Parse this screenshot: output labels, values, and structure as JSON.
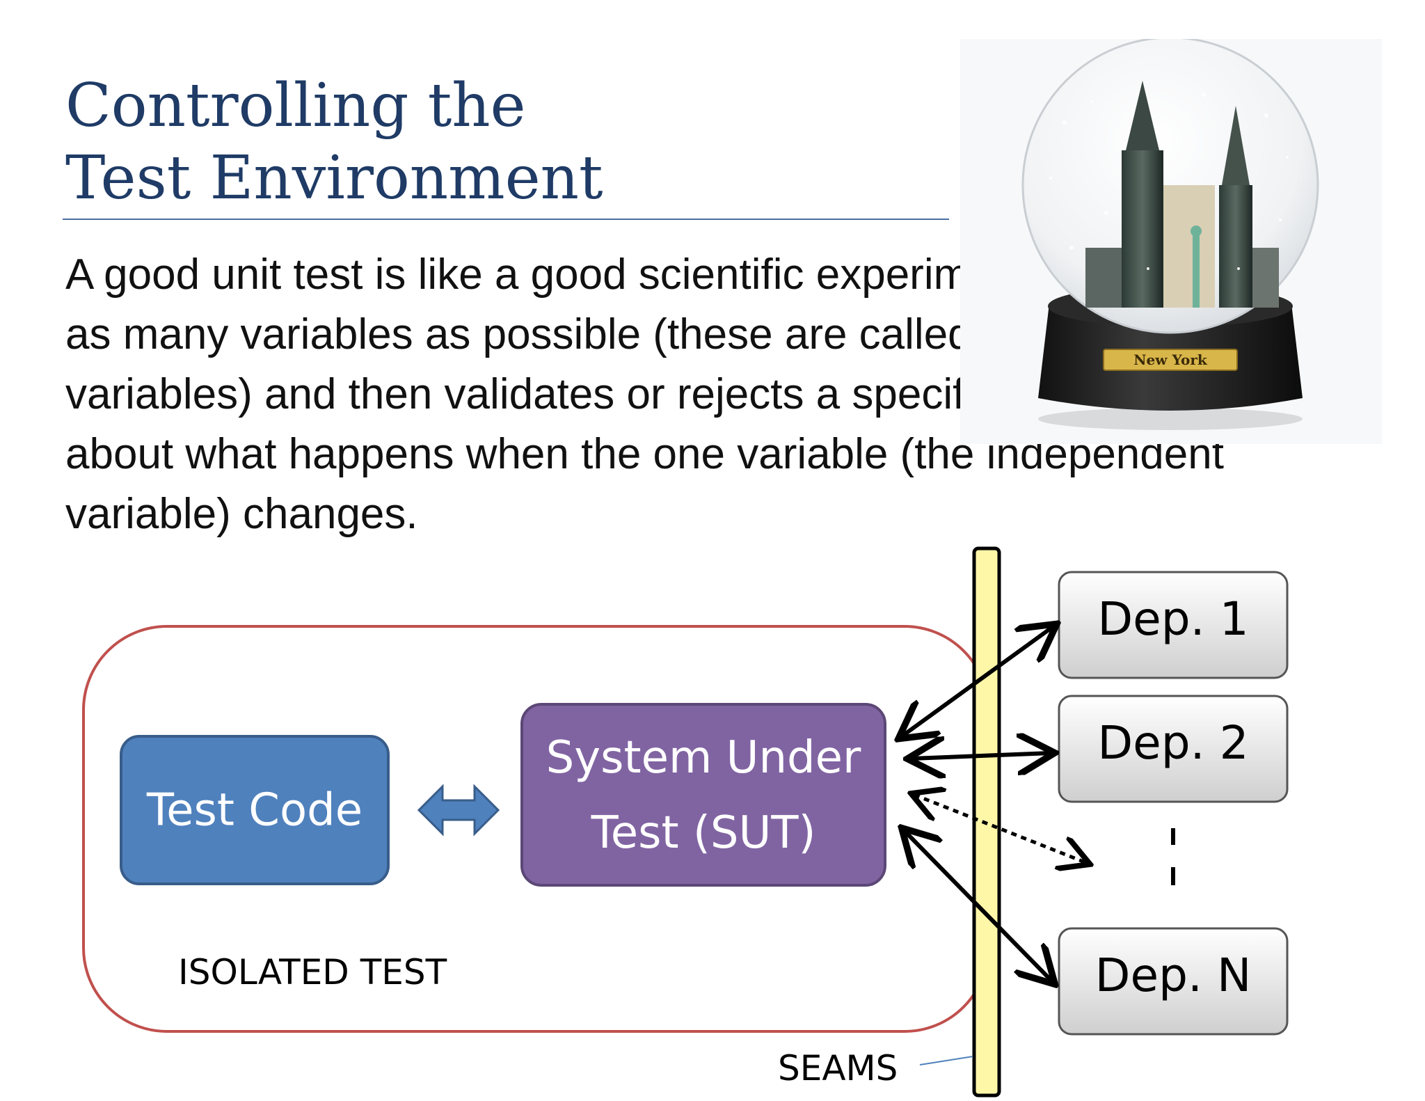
{
  "slide": {
    "title_line1": "Controlling the",
    "title_line2": "Test Environment",
    "body_text": "A good unit test is like a good scientific experiment: it isolates as many variables as possible (these are called control variables) and then validates or rejects a specific hypothesis about what happens when the one variable (the independent variable) changes."
  },
  "image": {
    "plaque_label": "New York",
    "icon": "snow-globe"
  },
  "diagram": {
    "test_code_label": "Test Code",
    "sut_label_line1": "System Under",
    "sut_label_line2": "Test (SUT)",
    "isolated_label": "ISOLATED TEST",
    "seams_label": "SEAMS",
    "dep1_label": "Dep. 1",
    "dep2_label": "Dep. 2",
    "depn_label": "Dep.  N",
    "colors": {
      "test_code_fill": "#4f81bd",
      "sut_fill": "#8064a2",
      "isolation_border": "#c0504d",
      "seam_fill": "#fff7a8"
    }
  }
}
